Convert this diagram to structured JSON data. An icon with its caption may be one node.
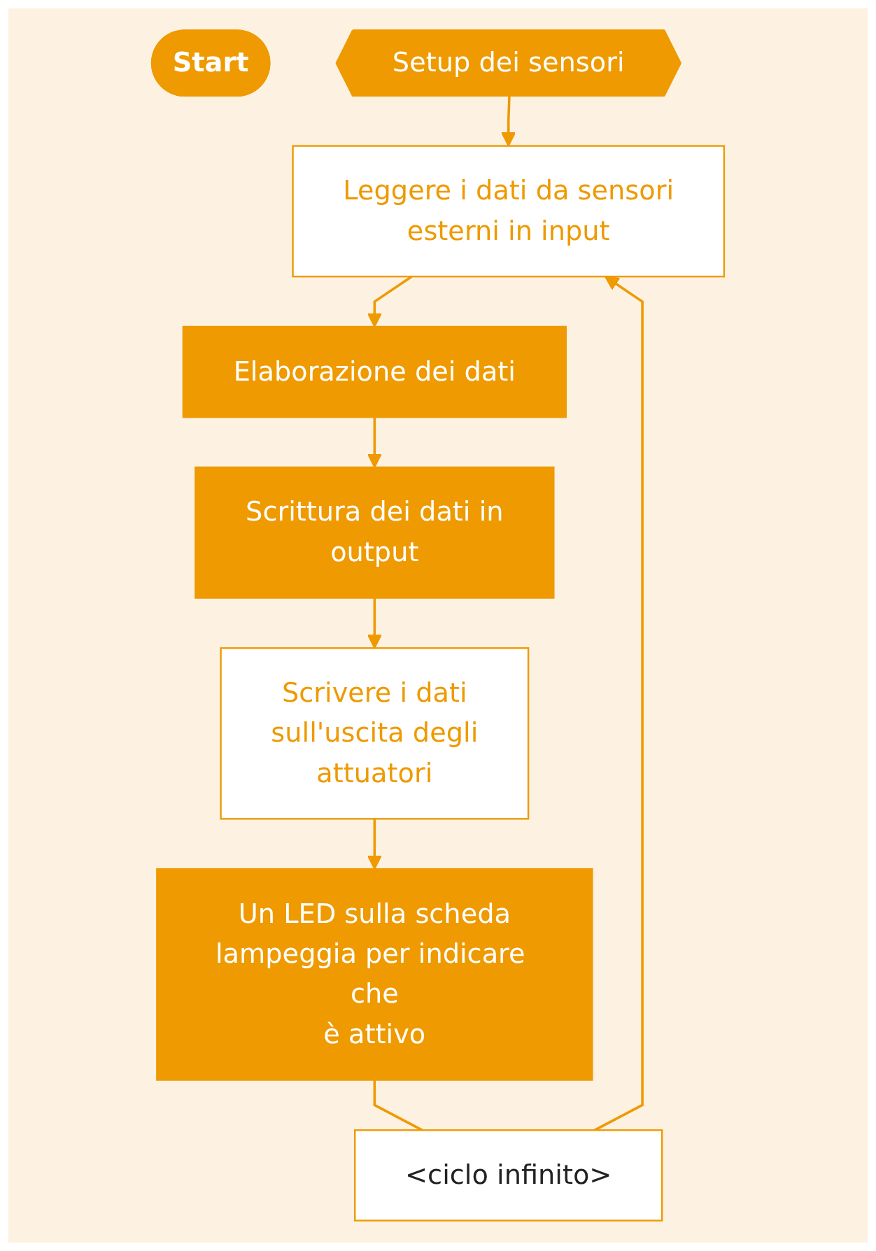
{
  "diagram": {
    "nodes": [
      {
        "text": [
          "Start"
        ]
      },
      {
        "text": [
          "Setup dei sensori"
        ]
      },
      {
        "text": [
          "Leggere i dati da sensori esterni in input"
        ]
      },
      {
        "text": [
          "Elaborazione dei dati"
        ]
      },
      {
        "text": [
          "Scrittura dei dati in output"
        ]
      },
      {
        "text": [
          "Scrivere i dati sull'uscita degli attuatori"
        ]
      },
      {
        "text": [
          "Un LED sulla scheda lampeggia per indicare che è attivo"
        ]
      },
      {
        "text": [
          "<ciclo infinito>"
        ]
      }
    ],
    "edges": [
      {
        "from": 1,
        "to": 2,
        "arrow": "to"
      },
      {
        "from": 2,
        "to": 3,
        "arrow": "to"
      },
      {
        "from": 3,
        "to": 4,
        "arrow": "to"
      },
      {
        "from": 4,
        "to": 5,
        "arrow": "to"
      },
      {
        "from": 5,
        "to": 6,
        "arrow": "to"
      },
      {
        "from": 6,
        "to": 7,
        "arrow": "none"
      },
      {
        "from": 7,
        "to": 2,
        "arrow": "to"
      }
    ]
  }
}
